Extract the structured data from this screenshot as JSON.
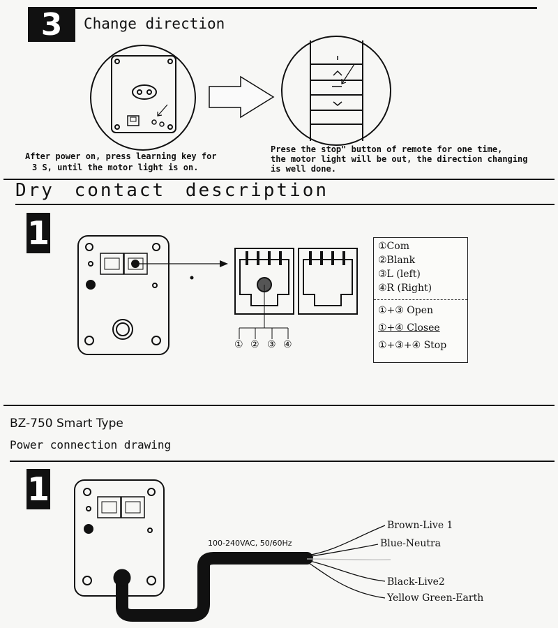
{
  "section_change_direction": {
    "step": "3",
    "title": "Change direction",
    "caption_left_1": "After power on, press learning key for",
    "caption_left_2": "3 S, until the motor light is  on.",
    "caption_right_1": "Prese the   stop\"  button of remote for one time,",
    "caption_right_2": "the motor light will be out, the direction changing",
    "caption_right_3": "is well done."
  },
  "section_dry_contact": {
    "title": "Dry contact description",
    "step": "1",
    "pin_labels": [
      "①",
      "②",
      "③",
      "④"
    ],
    "legend": {
      "pins": [
        "①Com",
        "②Blank",
        "③L (left)",
        "④R (Right)"
      ],
      "combos": [
        "①+③  Open",
        "①+④  Closee",
        "①+③+④ Stop"
      ]
    }
  },
  "section_power": {
    "title": "BZ-750 Smart Type",
    "subtitle": "Power connection drawing",
    "step": "1",
    "voltage_label": "100-240VAC, 50/60Hz",
    "wires": [
      "Brown-Live 1",
      "Blue-Neutra",
      "Black-Live2",
      "Yellow Green-Earth"
    ]
  }
}
